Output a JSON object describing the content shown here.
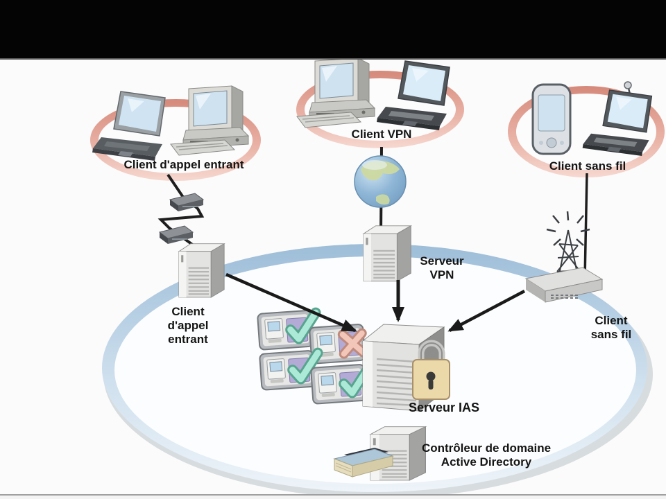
{
  "groups": {
    "dialup_clients": {
      "label": "Client d'appel entrant",
      "icons": [
        "laptop-icon",
        "desktop-computer-icon"
      ]
    },
    "vpn_clients": {
      "label": "Client VPN",
      "icons": [
        "desktop-computer-icon",
        "laptop-icon"
      ]
    },
    "wireless_clients": {
      "label": "Client sans fil",
      "icons": [
        "pda-icon",
        "wireless-laptop-icon"
      ]
    }
  },
  "nodes": {
    "internet_globe": {
      "icon": "globe-icon"
    },
    "vpn_server": {
      "label": "Serveur\nVPN",
      "icon": "server-tower-icon"
    },
    "dialup_gateway": {
      "label": "Client\nd'appel\nentrant",
      "icon": "server-tower-icon"
    },
    "ias_server": {
      "label": "Serveur IAS",
      "icons": [
        "server-tower-icon",
        "padlock-icon"
      ]
    },
    "wireless_ap": {
      "label": "Client sans fil",
      "icon": "radio-tower-icon"
    },
    "domain_controller": {
      "label": "Contrôleur de domaine\nActive Directory",
      "icons": [
        "server-tower-icon",
        "directory-book-icon"
      ]
    }
  },
  "policy_results": [
    "approved",
    "denied",
    "approved",
    "approved"
  ],
  "connections": [
    {
      "from": "dialup-clients",
      "to": "dialup-gateway",
      "style": "zigzag-line-through-modems"
    },
    {
      "from": "vpn-clients",
      "to": "internet-globe",
      "style": "line"
    },
    {
      "from": "internet-globe",
      "to": "vpn-server",
      "style": "line"
    },
    {
      "from": "wireless-clients",
      "to": "wireless-ap",
      "style": "line"
    },
    {
      "from": "dialup-gateway",
      "to": "ias-server",
      "style": "arrow"
    },
    {
      "from": "vpn-server",
      "to": "ias-server",
      "style": "arrow"
    },
    {
      "from": "wireless-ap",
      "to": "ias-server",
      "style": "arrow"
    }
  ],
  "colors": {
    "letterbox": "#040404",
    "background": "#fbfbfb",
    "network_ring_blue": "#9dbdd8",
    "client_ring_pink": "#d5897a",
    "check_green": "#ace9d6",
    "cross_red": "#f2c6b8",
    "padlock_tan": "#ecd9a9",
    "globe_ocean": "#7fa9cd",
    "globe_land": "#ccd9a0",
    "arrow": "#1a1a1a"
  }
}
